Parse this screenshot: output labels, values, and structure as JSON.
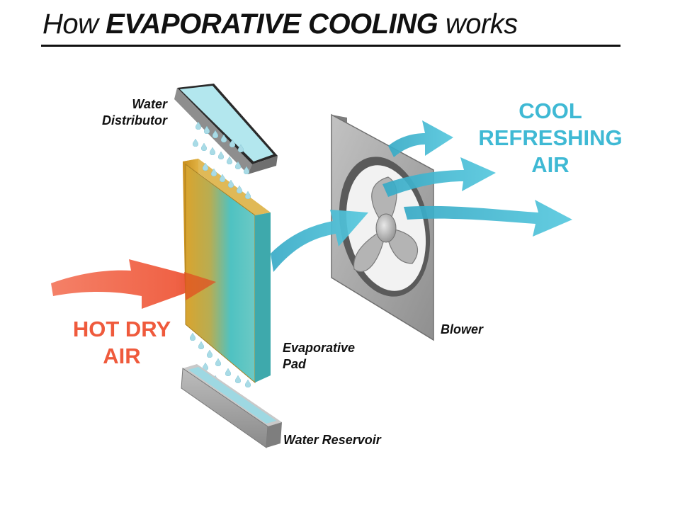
{
  "title": {
    "prefix": "How",
    "emphasis": "EVAPORATIVE COOLING",
    "suffix": "works"
  },
  "labels": {
    "water_distributor": [
      "Water",
      "Distributor"
    ],
    "evaporative_pad": [
      "Evaporative",
      "Pad"
    ],
    "blower": "Blower",
    "water_reservoir": "Water Reservoir"
  },
  "airflow": {
    "hot_dry_air": [
      "HOT DRY",
      "AIR"
    ],
    "cool_refreshing_air": [
      "COOL",
      "REFRESHING",
      "AIR"
    ]
  },
  "colors": {
    "hot_air": "#ef5a3c",
    "cool_air": "#3fb9d4",
    "pad_dry": "#d9a42e",
    "pad_wet": "#4fc2c2",
    "water": "#a6e3ea",
    "metal": "#a9a9a9"
  }
}
